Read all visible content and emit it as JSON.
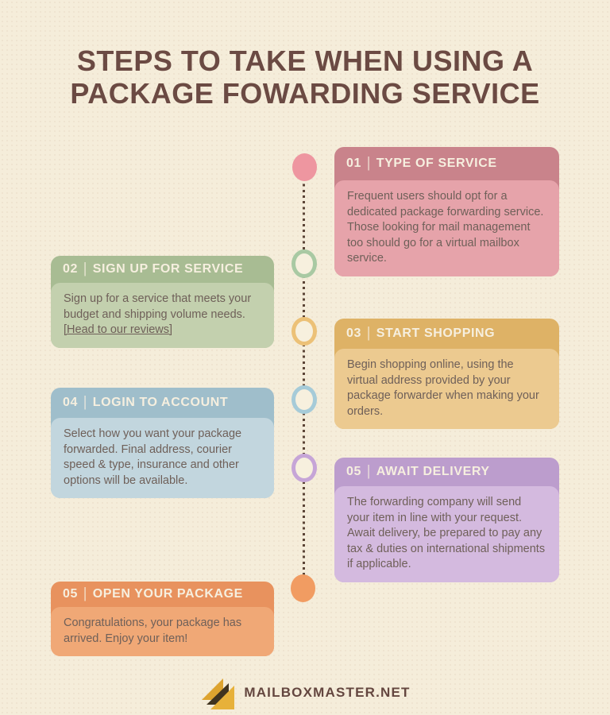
{
  "colors": {
    "background": "#f5edda",
    "title_text": "#6b4a43",
    "timeline_dot": "#5c4537",
    "header_text": "#f6efdf",
    "body_text": "#6f6059",
    "footer_text": "#64463f"
  },
  "title": {
    "line1": "STEPS TO TAKE WHEN USING A",
    "line2": "PACKAGE FOWARDING SERVICE"
  },
  "steps": [
    {
      "number": "01",
      "separator": "|",
      "heading": "TYPE OF SERVICE",
      "body": "Frequent users should opt for a dedicated package forwarding service. Those looking for mail management too should go for a virtual mailbox service.",
      "header_color": "#c9838b",
      "body_color": "#e6a3aa",
      "marker_style": "filled",
      "marker_color": "#ee96a0"
    },
    {
      "number": "02",
      "separator": "|",
      "heading": "SIGN UP FOR SERVICE",
      "body": "Sign up for a service that meets your budget and shipping volume needs. ",
      "link_text": "[Head to our reviews]",
      "header_color": "#a8bc93",
      "body_color": "#c3d0ae",
      "marker_style": "ring",
      "marker_color": "#a9c9a3"
    },
    {
      "number": "03",
      "separator": "|",
      "heading": "START SHOPPING",
      "body": "Begin shopping online, using the virtual address provided by your package forwarder when making your orders.",
      "header_color": "#deb266",
      "body_color": "#ecca90",
      "marker_style": "ring",
      "marker_color": "#ecc177"
    },
    {
      "number": "04",
      "separator": "|",
      "heading": "LOGIN TO ACCOUNT",
      "body": "Select how you want your package forwarded. Final address, courier speed & type, insurance and other options will be available.",
      "header_color": "#9fbecb",
      "body_color": "#c2d6de",
      "marker_style": "ring",
      "marker_color": "#a6cbd8"
    },
    {
      "number": "05",
      "separator": "|",
      "heading": "AWAIT DELIVERY",
      "body": "The forwarding company will send your item in line with your request. Await delivery, be prepared to pay any tax & duties on international shipments if applicable.",
      "header_color": "#bc9dcd",
      "body_color": "#d4badf",
      "marker_style": "ring",
      "marker_color": "#c6a5d7"
    },
    {
      "number": "05",
      "separator": "|",
      "heading": "OPEN YOUR PACKAGE",
      "body": "Congratulations, your package has arrived. Enjoy your item!",
      "header_color": "#e8925e",
      "body_color": "#f0a876",
      "marker_style": "filled",
      "marker_color": "#f19c62"
    }
  ],
  "footer": {
    "site_name": "MAILBOXMASTER.NET",
    "logo": {
      "back_color": "#dda32f",
      "middle_color": "#40331f",
      "front_color": "#e7b13a"
    }
  }
}
